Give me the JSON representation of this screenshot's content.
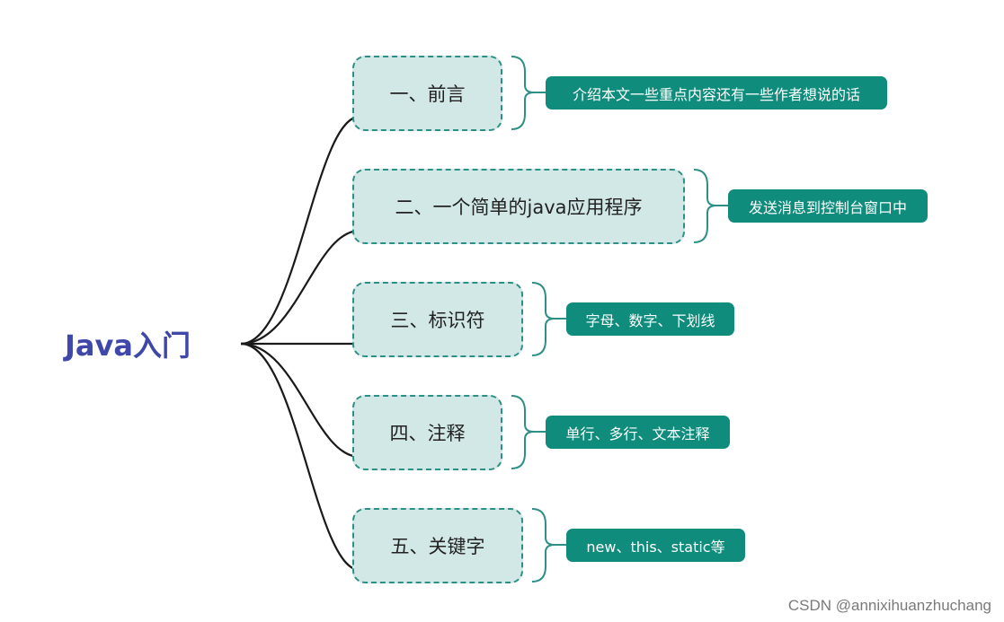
{
  "diagram": {
    "root": "Java入门",
    "branches": [
      {
        "title": "一、前言",
        "note": "介绍本文一些重点内容还有一些作者想说的话"
      },
      {
        "title": "二、一个简单的java应用程序",
        "note": "发送消息到控制台窗口中"
      },
      {
        "title": "三、标识符",
        "note": "字母、数字、下划线"
      },
      {
        "title": "四、注释",
        "note": "单行、多行、文本注释"
      },
      {
        "title": "五、关键字",
        "note": "new、this、static等"
      }
    ]
  },
  "colors": {
    "root_text": "#3f48a8",
    "node_fill": "#d2e8e7",
    "node_border": "#2e8f86",
    "note_fill": "#0f8c7c",
    "connector": "#1a1a1a",
    "bracket": "#2e8f86"
  },
  "watermark": "CSDN @annixihuanzhuchang"
}
